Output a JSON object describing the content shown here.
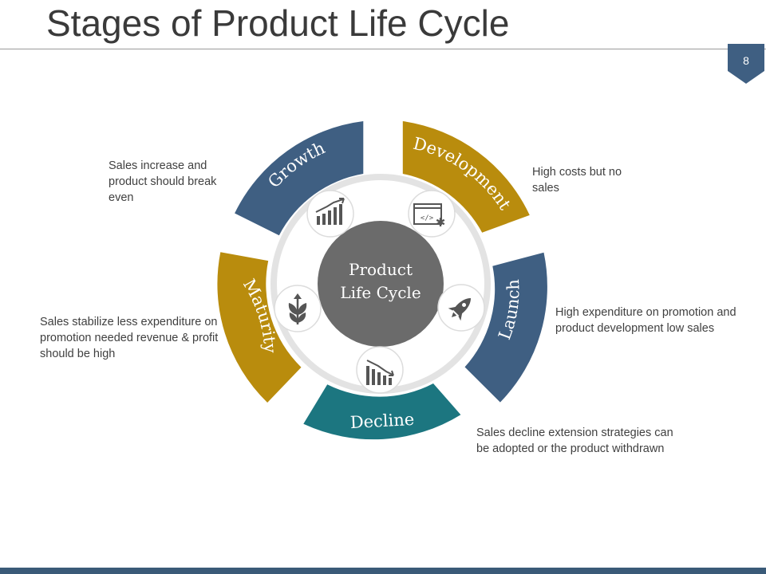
{
  "slide": {
    "title": "Stages of Product Life Cycle",
    "page_number": "8"
  },
  "diagram": {
    "center_label_line1": "Product",
    "center_label_line2": "Life Cycle",
    "colors": {
      "navy": "#3f5f82",
      "gold": "#b98c0d",
      "teal": "#1c7680",
      "center": "#6b6b6b",
      "ring": "#e3e3e3",
      "footer": "#3a5a78"
    },
    "stages": [
      {
        "name": "Development",
        "description": "High costs but no sales",
        "icon": "code-window-icon"
      },
      {
        "name": "Launch",
        "description": "High expenditure on promotion and product development low sales",
        "icon": "rocket-icon"
      },
      {
        "name": "Decline",
        "description": "Sales decline extension strategies can be adopted or the product withdrawn",
        "icon": "declining-bar-chart-icon"
      },
      {
        "name": "Maturity",
        "description": "Sales stabilize less expenditure on promotion needed revenue & profit should be high",
        "icon": "plant-icon"
      },
      {
        "name": "Growth",
        "description": "Sales increase and product should break even",
        "icon": "rising-bar-chart-icon"
      }
    ]
  }
}
